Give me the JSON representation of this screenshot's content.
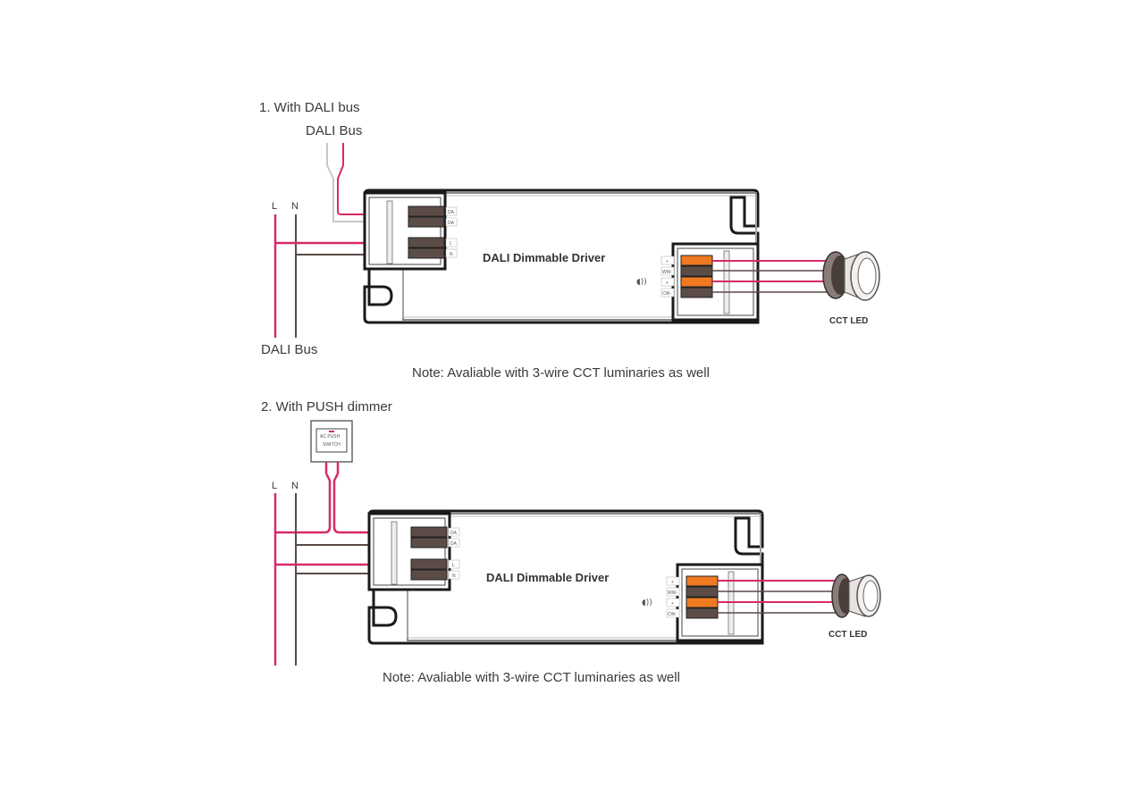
{
  "diagrams": [
    {
      "heading": "1. With DALI bus",
      "top_label": "DALI Bus",
      "bottom_label": "DALI Bus",
      "line_label": "L",
      "neutral_label": "N",
      "driver_label": "DALI Dimmable Driver",
      "input_terminals": [
        "DA",
        "DA",
        "L",
        "N"
      ],
      "output_terminals": [
        "+",
        "WW-",
        "+",
        "CW-"
      ],
      "load_label": "CCT LED",
      "note": "Note: Avaliable with 3-wire CCT luminaries as well"
    },
    {
      "heading": "2. With PUSH dimmer",
      "switch_label_line1": "AC PUSH",
      "switch_label_line2": "SWITCH",
      "line_label": "L",
      "neutral_label": "N",
      "driver_label": "DALI Dimmable Driver",
      "input_terminals": [
        "DA",
        "DA",
        "L",
        "N"
      ],
      "output_terminals": [
        "+",
        "WW-",
        "+",
        "CW-"
      ],
      "load_label": "CCT LED",
      "note": "Note: Avaliable with 3-wire CCT luminaries as well"
    }
  ],
  "colors": {
    "live_wire": "#d8286a",
    "neutral_wire": "#5a4a46",
    "bus_wire_grey": "#c8c8c8",
    "terminal_dark": "#5c4c48",
    "terminal_orange": "#f07a22",
    "outline": "#1a1a1a"
  }
}
